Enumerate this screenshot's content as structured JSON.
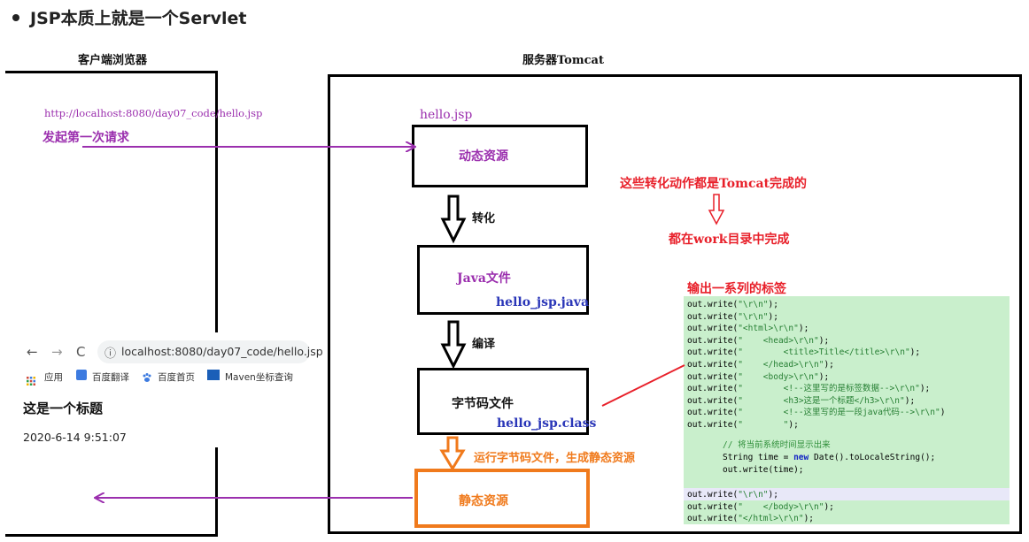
{
  "title": "JSP本质上就是一个Servlet",
  "client": {
    "label": "客户端浏览器",
    "url": "http://localhost:8080/day07_code/hello.jsp",
    "request_text": "发起第一次请求"
  },
  "server": {
    "label": "服务器Tomcat",
    "file_name": "hello.jsp",
    "dynamic_box": "动态资源",
    "step1": "转化",
    "java_box": "Java文件",
    "java_file": "hello_jsp.java",
    "step2": "编译",
    "bytecode_box": "字节码文件",
    "class_file": "hello_jsp.class",
    "step3": "运行字节码文件，生成静态资源",
    "static_box": "静态资源",
    "note_top": "这些转化动作都是Tomcat完成的",
    "note_bottom": "都在work目录中完成",
    "output_label": "输出一系列的标签"
  },
  "code_lines": [
    {
      "pre": "out.write(",
      "str": "\"\\r\\n\"",
      "post": ");"
    },
    {
      "pre": "out.write(",
      "str": "\"\\r\\n\"",
      "post": ");"
    },
    {
      "pre": "out.write(",
      "str": "\"<html>\\r\\n\"",
      "post": ");"
    },
    {
      "pre": "out.write(",
      "str": "\"    <head>\\r\\n\"",
      "post": ");"
    },
    {
      "pre": "out.write(",
      "str": "\"        <title>Title</title>\\r\\n\"",
      "post": ");"
    },
    {
      "pre": "out.write(",
      "str": "\"    </head>\\r\\n\"",
      "post": ");"
    },
    {
      "pre": "out.write(",
      "str": "\"    <body>\\r\\n\"",
      "post": ");"
    },
    {
      "pre": "out.write(",
      "str": "\"        <!--这里写的是标签数据-->\\r\\n\"",
      "post": ");"
    },
    {
      "pre": "out.write(",
      "str": "\"        <h3>这是一个标题</h3>\\r\\n\"",
      "post": ");"
    },
    {
      "pre": "out.write(",
      "str": "\"        <!--这里写的是一段java代码-->\\r\\n\"",
      "post": ")"
    },
    {
      "pre": "out.write(",
      "str": "\"        \"",
      "post": ");"
    }
  ],
  "code_comment": "// 将当前系统时间显示出来",
  "code_stmt1_kw_pre": "String time = ",
  "code_stmt1_kw": "new",
  "code_stmt1_post": " Date().toLocaleString();",
  "code_stmt2": "out.write(time);",
  "code_tail": [
    {
      "pre": "out.write(",
      "str": "\"\\r\\n\"",
      "post": ");"
    },
    {
      "pre": "out.write(",
      "str": "\"    </body>\\r\\n\"",
      "post": ");"
    },
    {
      "pre": "out.write(",
      "str": "\"</html>\\r\\n\"",
      "post": ");"
    }
  ],
  "browser": {
    "back": "←",
    "forward": "→",
    "reload": "C",
    "info": "ⓘ",
    "url": "localhost:8080/day07_code/hello.jsp",
    "bookmarks": [
      "应用",
      "百度翻译",
      "百度首页",
      "Maven坐标查询"
    ],
    "heading": "这是一个标题",
    "time": "2020-6-14 9:51:07"
  },
  "colors": {
    "purple": "#9b2fae",
    "red": "#e8202a",
    "blue": "#2a36b8",
    "orange": "#f07a1c",
    "code_bg": "#c9efcc"
  }
}
